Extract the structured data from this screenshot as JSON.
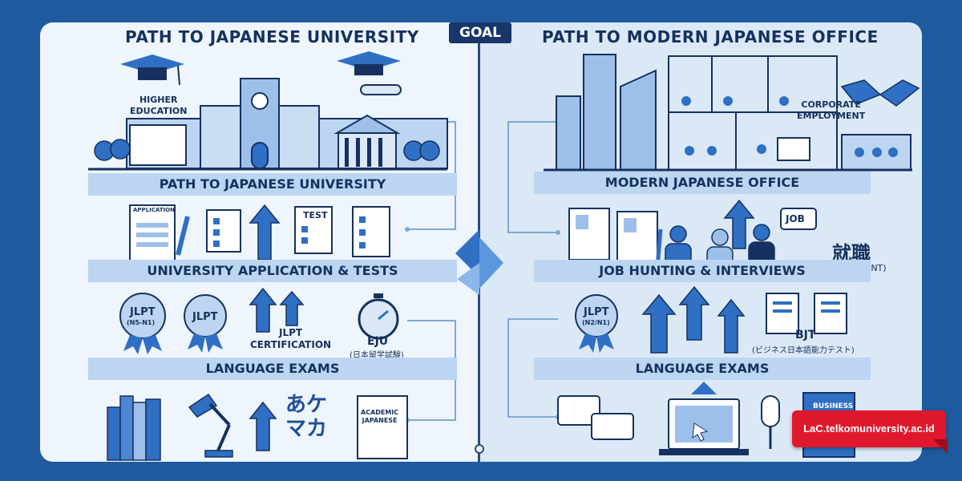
{
  "left": {
    "title": "PATH TO JAPANESE UNIVERSITY",
    "higher_education": "HIGHER\nEDUCATION",
    "band_top": "PATH TO JAPANESE UNIVERSITY",
    "application_form": "APPLICATION",
    "test_sheet": "TEST",
    "band_middle": "UNIVERSITY APPLICATION & TESTS",
    "jlpt_1": "JLPT",
    "jlpt_1_level": "(N5-N1)",
    "jlpt_2": "JLPT",
    "jlpt_cert": "JLPT\nCERTIFICATION",
    "eju": "EJU",
    "eju_jp": "(日本留学試験)",
    "band_bottom": "LANGUAGE EXAMS",
    "kana": "あケ\nマカ",
    "scroll": "ACADEMIC\nJAPANESE"
  },
  "goal": "GOAL",
  "right": {
    "title": "PATH TO MODERN JAPANESE OFFICE",
    "corporate": "CORPORATE\nEMPLOYMENT",
    "band_top": "MODERN JAPANESE OFFICE",
    "job_bubble": "JOB",
    "shushoku": "就職",
    "employment": "(EMPLOYMENT)",
    "band_middle": "JOB HUNTING & INTERVIEWS",
    "jlpt": "JLPT",
    "jlpt_level": "(N2/N1)",
    "bjt": "BJT",
    "bjt_jp": "(ビジネス日本語能力テスト)",
    "band_bottom": "LANGUAGE EXAMS",
    "book": "BUSINESS"
  },
  "badge": "LaC.telkomuniversity.ac.id",
  "colors": {
    "primary": "#2f6fc4",
    "navy": "#16315f",
    "band": "#bcd5f1",
    "badge": "#e0182d"
  }
}
